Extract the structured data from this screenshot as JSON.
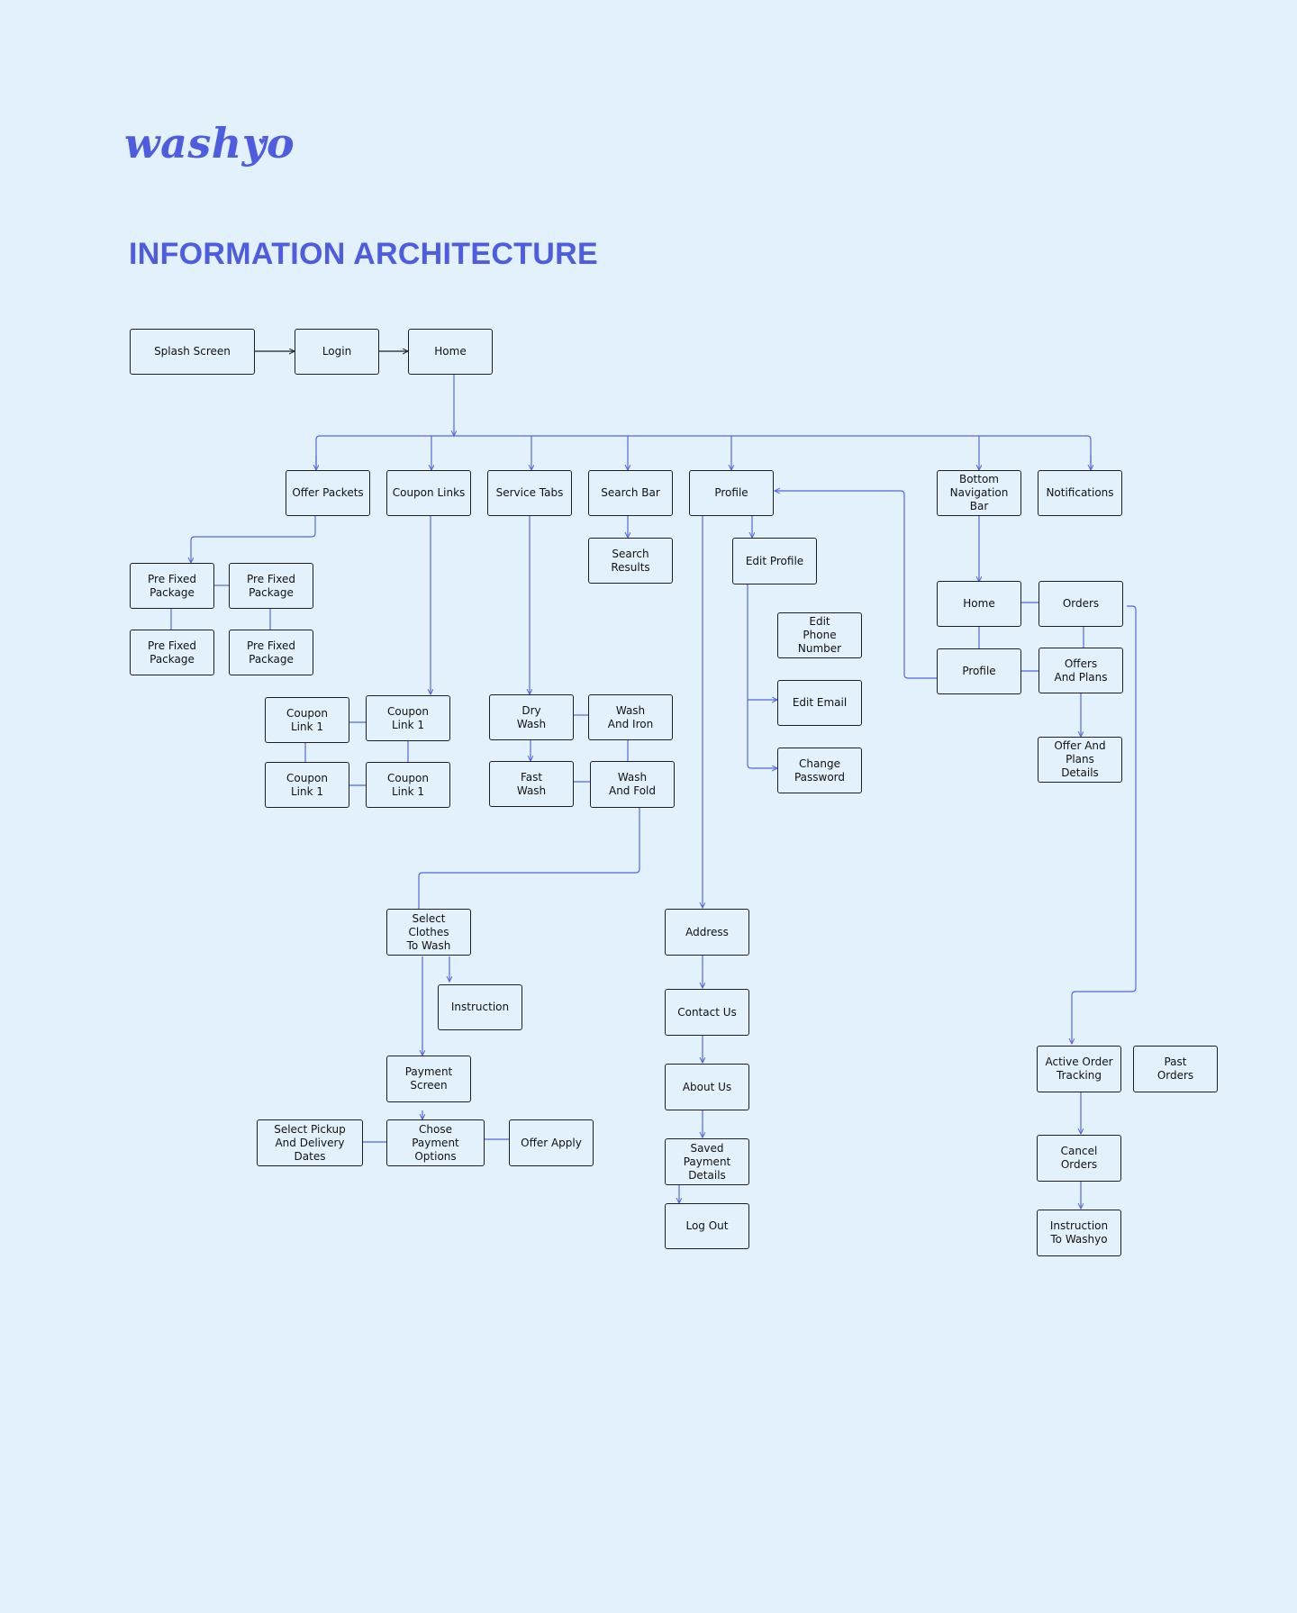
{
  "brand": {
    "logo": "washyo",
    "heart": "♥",
    "accent_color": "#4e5ce0",
    "line_color": "#5566dd"
  },
  "title": "INFORMATION ARCHITECTURE",
  "nodes": {
    "splash": "Splash Screen",
    "login": "Login",
    "home": "Home",
    "offer_packets": "Offer Packets",
    "coupon_links": "Coupon Links",
    "service_tabs": "Service Tabs",
    "search_bar": "Search Bar",
    "profile": "Profile",
    "bottom_nav": "Bottom\nNavigation Bar",
    "notifications": "Notifications",
    "pkg_1": "Pre Fixed\nPackage",
    "pkg_2": "Pre Fixed\nPackage",
    "pkg_3": "Pre Fixed\nPackage",
    "pkg_4": "Pre Fixed\nPackage",
    "search_results": "Search\nResults",
    "edit_profile": "Edit Profile",
    "edit_phone": "Edit\nPhone Number",
    "edit_email": "Edit Email",
    "change_password": "Change\nPassword",
    "nav_home": "Home",
    "nav_orders": "Orders",
    "nav_profile": "Profile",
    "offers_plans": "Offers\nAnd Plans",
    "offer_plan_details": "Offer And Plans\nDetails",
    "coupon_1": "Coupon\nLink 1",
    "coupon_2": "Coupon\nLink 1",
    "coupon_3": "Coupon\nLink 1",
    "coupon_4": "Coupon\nLink 1",
    "dry_wash": "Dry\nWash",
    "wash_iron": "Wash\nAnd Iron",
    "fast_wash": "Fast\nWash",
    "wash_fold": "Wash\nAnd Fold",
    "select_clothes": "Select Clothes\nTo Wash",
    "instruction": "Instruction",
    "payment_screen": "Payment\nScreen",
    "select_pickup": "Select Pickup\nAnd Delivery Dates",
    "payment_options": "Chose\nPayment Options",
    "offer_apply": "Offer Apply",
    "address": "Address",
    "contact_us": "Contact Us",
    "about_us": "About Us",
    "saved_payment": "Saved Payment\nDetails",
    "log_out": "Log Out",
    "active_order": "Active Order\nTracking",
    "past_orders": "Past\nOrders",
    "cancel_orders": "Cancel\nOrders",
    "instruction_washyo": "Instruction\nTo Washyo"
  }
}
